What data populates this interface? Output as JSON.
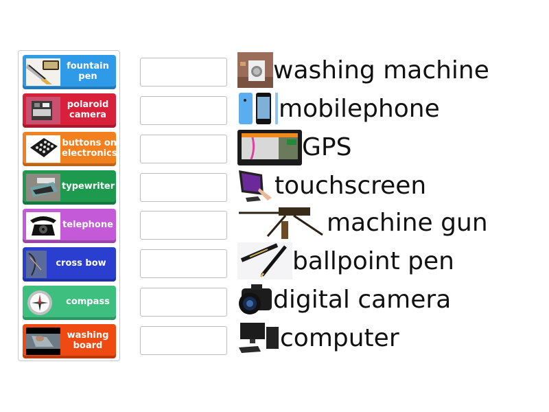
{
  "bank": {
    "tiles": [
      {
        "label": "fountain pen",
        "color": "#2f9ae8",
        "image": "fountain-pen-image"
      },
      {
        "label": "polaroid camera",
        "color": "#d8203b",
        "image": "polaroid-camera-image"
      },
      {
        "label": "buttons on electronics",
        "color": "#f3801f",
        "image": "keypad-image"
      },
      {
        "label": "typewriter",
        "color": "#1d9a4d",
        "image": "typewriter-image"
      },
      {
        "label": "telephone",
        "color": "#c45ad8",
        "image": "rotary-telephone-image"
      },
      {
        "label": "cross bow",
        "color": "#2a3fd0",
        "image": "crossbow-image"
      },
      {
        "label": "compass",
        "color": "#3fbf7f",
        "image": "compass-image"
      },
      {
        "label": "washing board",
        "color": "#ee4a12",
        "image": "washing-board-image"
      }
    ]
  },
  "targets": [
    {
      "slot_value": "",
      "word": "washing machine",
      "image": "washing-machine-image"
    },
    {
      "slot_value": "",
      "word": "mobilephone",
      "image": "mobile-phone-image"
    },
    {
      "slot_value": "",
      "word": "GPS",
      "image": "gps-device-image"
    },
    {
      "slot_value": "",
      "word": "touchscreen",
      "image": "touchscreen-image"
    },
    {
      "slot_value": "",
      "word": "machine gun",
      "image": "machine-gun-image"
    },
    {
      "slot_value": "",
      "word": "ballpoint pen",
      "image": "ballpoint-pen-image"
    },
    {
      "slot_value": "",
      "word": "digital camera",
      "image": "digital-camera-image"
    },
    {
      "slot_value": "",
      "word": "computer",
      "image": "computer-image"
    }
  ]
}
